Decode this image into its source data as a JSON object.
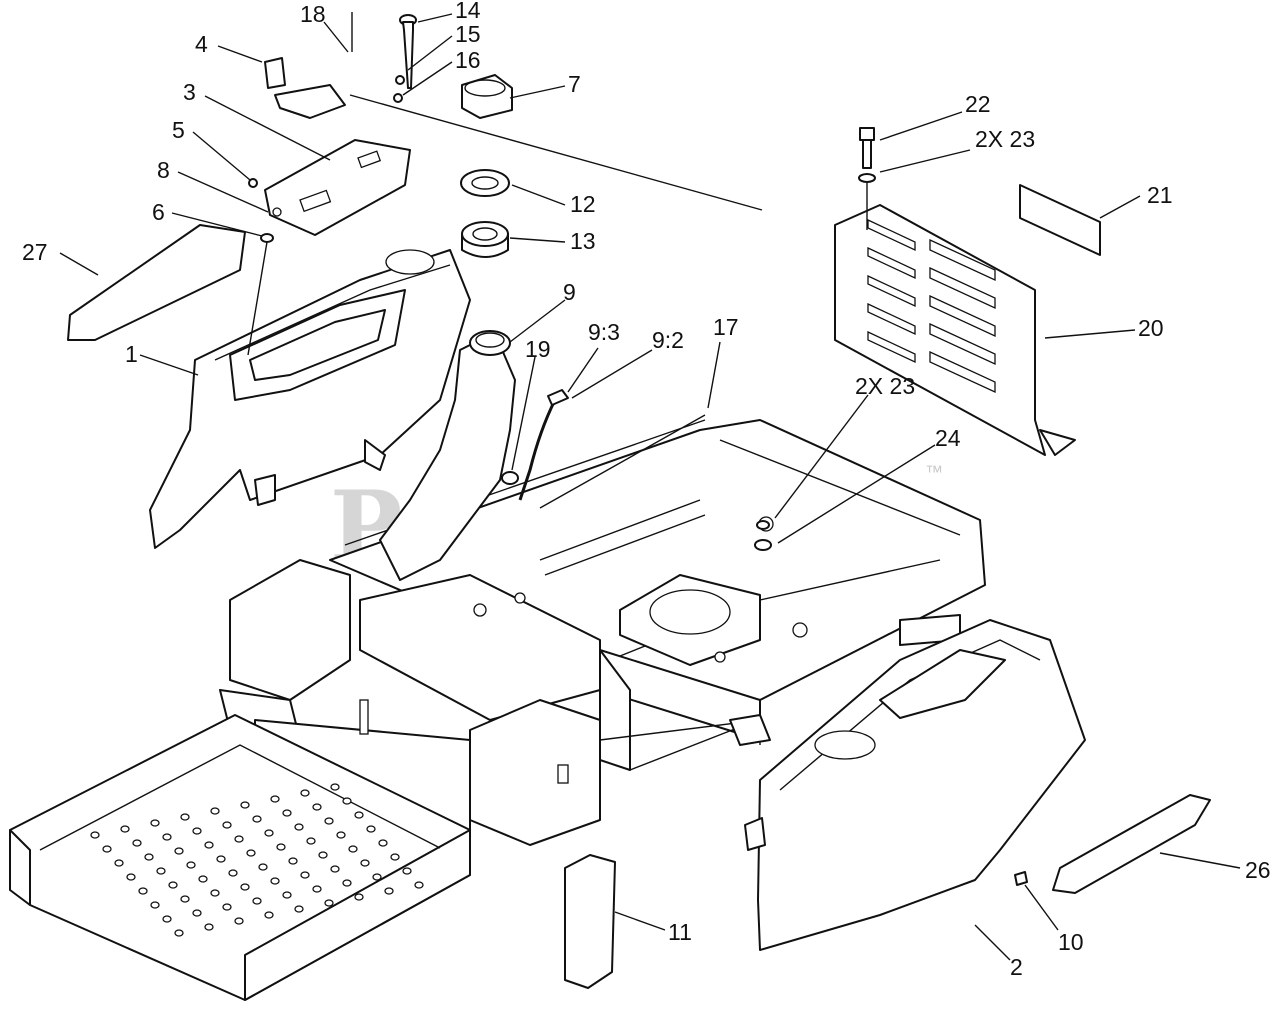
{
  "watermark": {
    "text": "PartsTree",
    "trademark": "™"
  },
  "labels": [
    "18",
    "14",
    "15",
    "16",
    "4",
    "7",
    "3",
    "5",
    "8",
    "6",
    "27",
    "1",
    "12",
    "13",
    "9",
    "9:3",
    "9:2",
    "19",
    "17",
    "22",
    "2X 23",
    "21",
    "20",
    "2X 23",
    "24",
    "26",
    "10",
    "2",
    "11"
  ]
}
